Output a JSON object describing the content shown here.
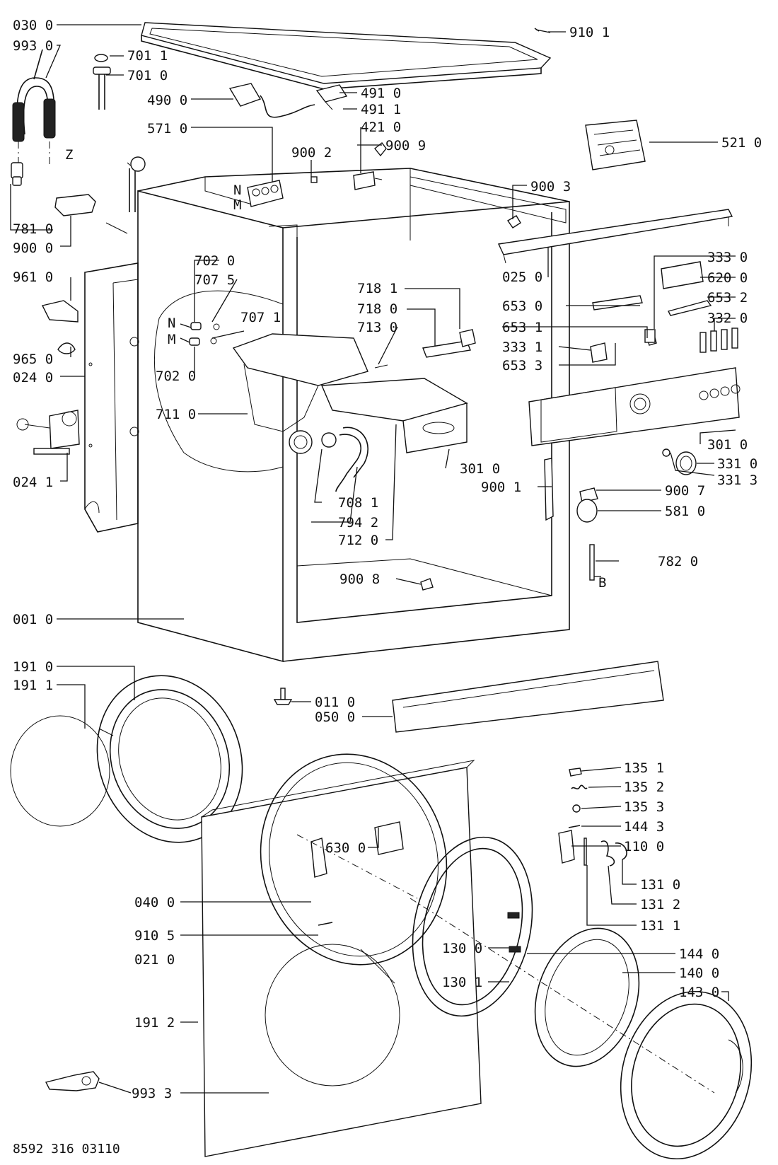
{
  "document_code": "8592 316 03110",
  "callouts": [
    {
      "id": "030-0",
      "text": "030 0"
    },
    {
      "id": "993-0",
      "text": "993 0"
    },
    {
      "id": "701-1",
      "text": "701 1"
    },
    {
      "id": "701-0",
      "text": "701 0"
    },
    {
      "id": "490-0",
      "text": "490 0"
    },
    {
      "id": "571-0",
      "text": "571 0"
    },
    {
      "id": "491-0",
      "text": "491 0"
    },
    {
      "id": "491-1",
      "text": "491 1"
    },
    {
      "id": "421-0",
      "text": "421 0"
    },
    {
      "id": "900-9",
      "text": "900 9"
    },
    {
      "id": "900-2",
      "text": "900 2"
    },
    {
      "id": "910-1",
      "text": "910 1"
    },
    {
      "id": "521-0",
      "text": "521 0"
    },
    {
      "id": "900-3",
      "text": "900 3"
    },
    {
      "id": "781-0",
      "text": "781 0"
    },
    {
      "id": "900-0",
      "text": "900 0"
    },
    {
      "id": "961-0",
      "text": "961 0"
    },
    {
      "id": "702-0a",
      "text": "702 0"
    },
    {
      "id": "707-5",
      "text": "707 5"
    },
    {
      "id": "707-1",
      "text": "707 1"
    },
    {
      "id": "965-0",
      "text": "965 0"
    },
    {
      "id": "024-0",
      "text": "024 0"
    },
    {
      "id": "702-0b",
      "text": "702 0"
    },
    {
      "id": "711-0",
      "text": "711 0"
    },
    {
      "id": "024-1",
      "text": "024 1"
    },
    {
      "id": "718-1",
      "text": "718 1"
    },
    {
      "id": "718-0",
      "text": "718 0"
    },
    {
      "id": "713-0",
      "text": "713 0"
    },
    {
      "id": "333-0",
      "text": "333 0"
    },
    {
      "id": "025-0",
      "text": "025 0"
    },
    {
      "id": "620-0",
      "text": "620 0"
    },
    {
      "id": "653-0",
      "text": "653 0"
    },
    {
      "id": "653-2",
      "text": "653 2"
    },
    {
      "id": "653-1",
      "text": "653 1"
    },
    {
      "id": "332-0",
      "text": "332 0"
    },
    {
      "id": "333-1",
      "text": "333 1"
    },
    {
      "id": "653-3",
      "text": "653 3"
    },
    {
      "id": "301-0a",
      "text": "301 0"
    },
    {
      "id": "331-0",
      "text": "331 0"
    },
    {
      "id": "331-3",
      "text": "331 3"
    },
    {
      "id": "301-0b",
      "text": "301 0"
    },
    {
      "id": "900-1",
      "text": "900 1"
    },
    {
      "id": "900-7",
      "text": "900 7"
    },
    {
      "id": "581-0",
      "text": "581 0"
    },
    {
      "id": "708-1",
      "text": "708 1"
    },
    {
      "id": "794-2",
      "text": "794 2"
    },
    {
      "id": "712-0",
      "text": "712 0"
    },
    {
      "id": "782-0",
      "text": "782 0"
    },
    {
      "id": "900-8",
      "text": "900 8"
    },
    {
      "id": "001-0",
      "text": "001 0"
    },
    {
      "id": "191-0",
      "text": "191 0"
    },
    {
      "id": "191-1",
      "text": "191 1"
    },
    {
      "id": "011-0",
      "text": "011 0"
    },
    {
      "id": "050-0",
      "text": "050 0"
    },
    {
      "id": "135-1",
      "text": "135 1"
    },
    {
      "id": "135-2",
      "text": "135 2"
    },
    {
      "id": "135-3",
      "text": "135 3"
    },
    {
      "id": "144-3",
      "text": "144 3"
    },
    {
      "id": "110-0",
      "text": "110 0"
    },
    {
      "id": "630-0",
      "text": "630 0"
    },
    {
      "id": "131-0",
      "text": "131 0"
    },
    {
      "id": "131-2",
      "text": "131 2"
    },
    {
      "id": "131-1",
      "text": "131 1"
    },
    {
      "id": "040-0",
      "text": "040 0"
    },
    {
      "id": "910-5",
      "text": "910 5"
    },
    {
      "id": "130-0",
      "text": "130 0"
    },
    {
      "id": "144-0",
      "text": "144 0"
    },
    {
      "id": "130-1",
      "text": "130 1"
    },
    {
      "id": "140-0",
      "text": "140 0"
    },
    {
      "id": "143-0",
      "text": "143 0"
    },
    {
      "id": "021-0",
      "text": "021 0"
    },
    {
      "id": "191-2",
      "text": "191 2"
    },
    {
      "id": "993-3",
      "text": "993 3"
    }
  ],
  "markers": [
    {
      "id": "Z",
      "text": "Z"
    },
    {
      "id": "N-top",
      "text": "N"
    },
    {
      "id": "M-top",
      "text": "M"
    },
    {
      "id": "N-left",
      "text": "N"
    },
    {
      "id": "M-left",
      "text": "M"
    },
    {
      "id": "B",
      "text": "B"
    }
  ]
}
